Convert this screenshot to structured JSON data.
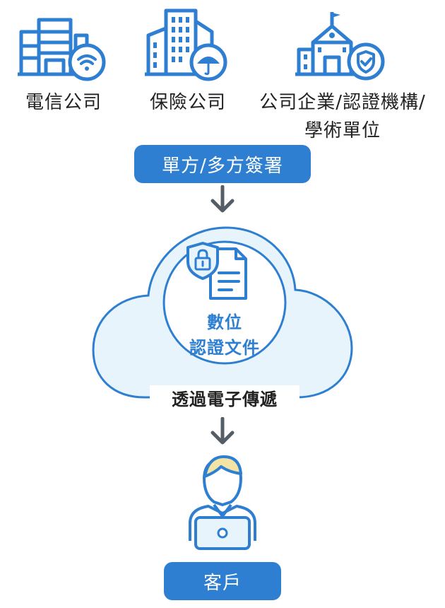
{
  "sources": [
    {
      "label": "電信公司",
      "icon": "telecom-building-wifi-icon"
    },
    {
      "label": "保險公司",
      "icon": "insurance-building-umbrella-icon"
    },
    {
      "label_line1": "公司企業/認證機構/",
      "label_line2": "學術單位",
      "icon": "institution-building-shield-icon"
    }
  ],
  "signing_pill": "單方/多方簽署",
  "cloud": {
    "document_line1": "數位",
    "document_line2": "認證文件",
    "caption": "透過電子傳遞",
    "document_icon": "locked-document-icon"
  },
  "recipient": {
    "label": "客戶",
    "icon": "user-laptop-icon"
  },
  "colors": {
    "accent": "#2e7fd1",
    "cloud_fill": "#e8f4fc",
    "arrow": "#555d66",
    "icon_stroke": "#2e7fd1"
  }
}
